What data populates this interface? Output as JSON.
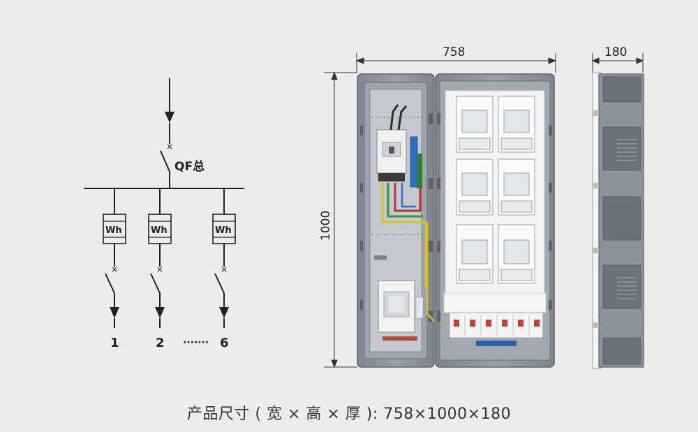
{
  "schematic": {
    "main_breaker_label": "QF总",
    "meter_label": "Wh",
    "branch_labels": [
      "1",
      "2",
      "6"
    ],
    "ellipsis": "·······"
  },
  "dimensions": {
    "width": "758",
    "height": "1000",
    "depth": "180"
  },
  "caption": "产品尺寸 ( 宽 × 高 × 厚 ):  758×1000×180"
}
